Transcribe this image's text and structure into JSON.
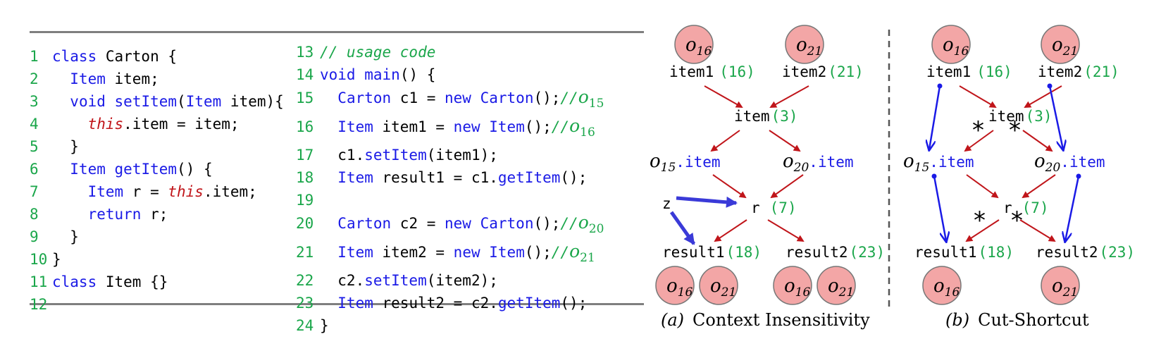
{
  "code_left": {
    "numbers": [
      "1",
      "2",
      "3",
      "4",
      "5",
      "6",
      "7",
      "8",
      "9",
      "10",
      "11",
      "12"
    ],
    "lines": [
      [
        {
          "t": "class",
          "c": "kw"
        },
        {
          "t": " Carton {"
        }
      ],
      [
        {
          "t": "  "
        },
        {
          "t": "Item",
          "c": "kw"
        },
        {
          "t": " item;"
        }
      ],
      [
        {
          "t": "  "
        },
        {
          "t": "void",
          "c": "kw"
        },
        {
          "t": " "
        },
        {
          "t": "setItem",
          "c": "kw"
        },
        {
          "t": "("
        },
        {
          "t": "Item",
          "c": "kw"
        },
        {
          "t": " item){"
        }
      ],
      [
        {
          "t": "    "
        },
        {
          "t": "this",
          "c": "this"
        },
        {
          "t": ".item = item;"
        }
      ],
      [
        {
          "t": "  }"
        }
      ],
      [
        {
          "t": "  "
        },
        {
          "t": "Item",
          "c": "kw"
        },
        {
          "t": " "
        },
        {
          "t": "getItem",
          "c": "kw"
        },
        {
          "t": "() {"
        }
      ],
      [
        {
          "t": "    "
        },
        {
          "t": "Item",
          "c": "kw"
        },
        {
          "t": " r = "
        },
        {
          "t": "this",
          "c": "this"
        },
        {
          "t": ".item;"
        }
      ],
      [
        {
          "t": "    "
        },
        {
          "t": "return",
          "c": "kw"
        },
        {
          "t": " r;"
        }
      ],
      [
        {
          "t": "  }"
        }
      ],
      [
        {
          "t": "}"
        }
      ],
      [
        {
          "t": "class",
          "c": "kw"
        },
        {
          "t": " Item {}"
        }
      ],
      []
    ]
  },
  "code_right": {
    "numbers": [
      "13",
      "14",
      "15",
      "16",
      "17",
      "18",
      "19",
      "20",
      "21",
      "22",
      "23",
      "24"
    ],
    "lines": [
      [
        {
          "t": "// usage code",
          "c": "cm"
        }
      ],
      [
        {
          "t": "void",
          "c": "kw"
        },
        {
          "t": " "
        },
        {
          "t": "main",
          "c": "kw"
        },
        {
          "t": "() {"
        }
      ],
      [
        {
          "t": "  "
        },
        {
          "t": "Carton",
          "c": "kw"
        },
        {
          "t": " c1 = "
        },
        {
          "t": "new",
          "c": "kw"
        },
        {
          "t": " "
        },
        {
          "t": "Carton",
          "c": "kw"
        },
        {
          "t": "();"
        },
        {
          "t": "//",
          "c": "cm"
        },
        {
          "t": "o",
          "c": "cmo"
        },
        {
          "t": "15",
          "c": "cmsub"
        }
      ],
      [
        {
          "t": "  "
        },
        {
          "t": "Item",
          "c": "kw"
        },
        {
          "t": " item1 = "
        },
        {
          "t": "new",
          "c": "kw"
        },
        {
          "t": " "
        },
        {
          "t": "Item",
          "c": "kw"
        },
        {
          "t": "();"
        },
        {
          "t": "//",
          "c": "cm"
        },
        {
          "t": "o",
          "c": "cmo"
        },
        {
          "t": "16",
          "c": "cmsub"
        }
      ],
      [
        {
          "t": "  c1."
        },
        {
          "t": "setItem",
          "c": "kw"
        },
        {
          "t": "(item1);"
        }
      ],
      [
        {
          "t": "  "
        },
        {
          "t": "Item",
          "c": "kw"
        },
        {
          "t": " result1 = c1."
        },
        {
          "t": "getItem",
          "c": "kw"
        },
        {
          "t": "();"
        }
      ],
      [],
      [
        {
          "t": "  "
        },
        {
          "t": "Carton",
          "c": "kw"
        },
        {
          "t": " c2 = "
        },
        {
          "t": "new",
          "c": "kw"
        },
        {
          "t": " "
        },
        {
          "t": "Carton",
          "c": "kw"
        },
        {
          "t": "();"
        },
        {
          "t": "//",
          "c": "cm"
        },
        {
          "t": "o",
          "c": "cmo"
        },
        {
          "t": "20",
          "c": "cmsub"
        }
      ],
      [
        {
          "t": "  "
        },
        {
          "t": "Item",
          "c": "kw"
        },
        {
          "t": " item2 = "
        },
        {
          "t": "new",
          "c": "kw"
        },
        {
          "t": " "
        },
        {
          "t": "Item",
          "c": "kw"
        },
        {
          "t": "();"
        },
        {
          "t": "//",
          "c": "cm"
        },
        {
          "t": "o",
          "c": "cmo"
        },
        {
          "t": "21",
          "c": "cmsub"
        }
      ],
      [
        {
          "t": "  c2."
        },
        {
          "t": "setItem",
          "c": "kw"
        },
        {
          "t": "(item2);"
        }
      ],
      [
        {
          "t": "  "
        },
        {
          "t": "Item",
          "c": "kw"
        },
        {
          "t": " result2 = c2."
        },
        {
          "t": "getItem",
          "c": "kw"
        },
        {
          "t": "();"
        }
      ],
      [
        {
          "t": "}"
        }
      ]
    ]
  },
  "diagram_a": {
    "caption_label": "(a)",
    "caption_text": "Context Insensitivity",
    "objects_top": [
      {
        "o": "o",
        "sub": "16"
      },
      {
        "o": "o",
        "sub": "21"
      }
    ],
    "nodes": {
      "item1": {
        "name": "item1",
        "line": "(16)"
      },
      "item2": {
        "name": "item2",
        "line": "(21)"
      },
      "item": {
        "name": "item",
        "line": "(3)"
      },
      "o15item": {
        "base": "o",
        "sub": "15",
        "field": ".item"
      },
      "o20item": {
        "base": "o",
        "sub": "20",
        "field": ".item"
      },
      "r": {
        "name": "r",
        "line": "(7)"
      },
      "result1": {
        "name": "result1",
        "line": "(18)"
      },
      "result2": {
        "name": "result2",
        "line": "(23)"
      },
      "z": {
        "name": "z"
      }
    },
    "objects_bottom": [
      {
        "o": "o",
        "sub": "16"
      },
      {
        "o": "o",
        "sub": "21"
      },
      {
        "o": "o",
        "sub": "16"
      },
      {
        "o": "o",
        "sub": "21"
      }
    ]
  },
  "diagram_b": {
    "caption_label": "(b)",
    "caption_text": "Cut-Shortcut",
    "objects_top": [
      {
        "o": "o",
        "sub": "16"
      },
      {
        "o": "o",
        "sub": "21"
      }
    ],
    "nodes": {
      "item1": {
        "name": "item1",
        "line": "(16)"
      },
      "item2": {
        "name": "item2",
        "line": "(21)"
      },
      "item": {
        "name": "item",
        "line": "(3)"
      },
      "o15item": {
        "base": "o",
        "sub": "15",
        "field": ".item"
      },
      "o20item": {
        "base": "o",
        "sub": "20",
        "field": ".item"
      },
      "r": {
        "name": "r",
        "line": "(7)"
      },
      "result1": {
        "name": "result1",
        "line": "(18)"
      },
      "result2": {
        "name": "result2",
        "line": "(23)"
      }
    },
    "objects_bottom": [
      {
        "o": "o",
        "sub": "16"
      },
      {
        "o": "o",
        "sub": "21"
      }
    ]
  },
  "colors": {
    "red_edge": "#c0151a",
    "blue_edge": "#1a1ae6",
    "obj_fill": "#f3a6a6",
    "green": "#1aa64a"
  }
}
